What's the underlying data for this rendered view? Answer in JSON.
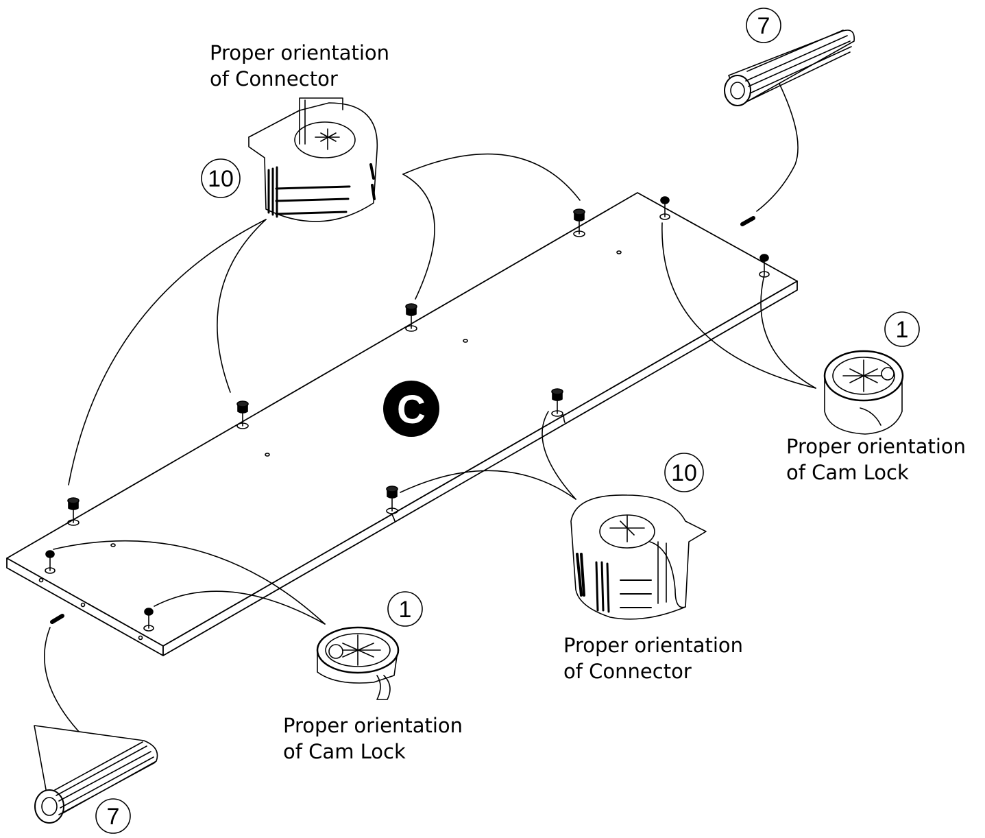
{
  "panel": {
    "label": "C"
  },
  "parts": [
    {
      "part_number": "10",
      "name": "Connector",
      "caption_line1": "Proper orientation",
      "caption_line2": "of Connector"
    },
    {
      "part_number": "7",
      "name": "Dowel"
    },
    {
      "part_number": "1",
      "name": "Cam Lock",
      "caption_line1": "Proper orientation",
      "caption_line2": "of Cam Lock"
    },
    {
      "part_number": "10",
      "name": "Connector",
      "caption_line1": "Proper orientation",
      "caption_line2": "of Connector"
    },
    {
      "part_number": "1",
      "name": "Cam Lock",
      "caption_line1": "Proper orientation",
      "caption_line2": "of Cam Lock"
    },
    {
      "part_number": "7",
      "name": "Dowel"
    }
  ],
  "colors": {
    "line": "#000000",
    "background": "#ffffff",
    "panel_badge": "#000000"
  }
}
